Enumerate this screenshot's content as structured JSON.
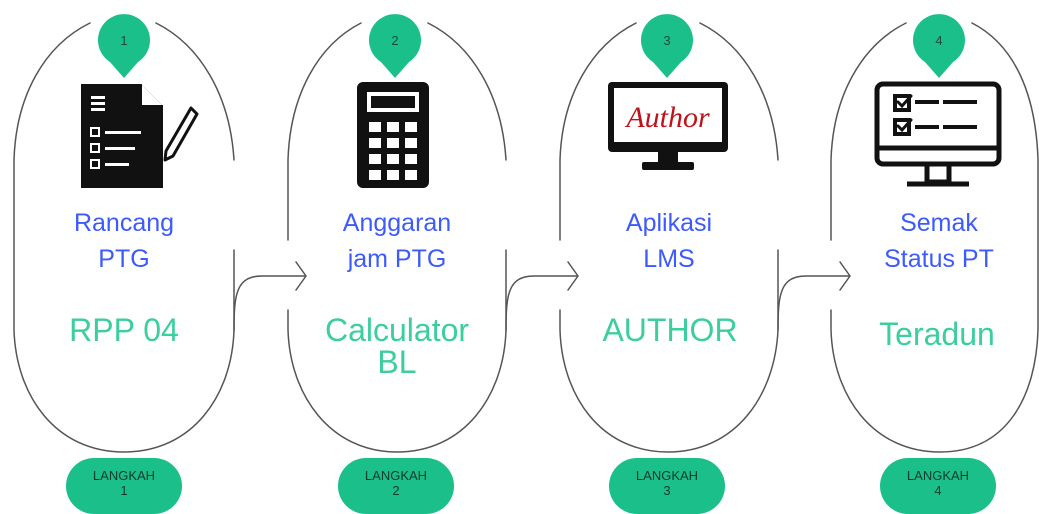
{
  "steps": [
    {
      "number": "1",
      "title_line1": "Rancang",
      "title_line2": "PTG",
      "tool_line1": "RPP 04",
      "tool_line2": "",
      "pill_line1": "LANGKAH",
      "pill_line2": "1",
      "icon": "document-pen-icon"
    },
    {
      "number": "2",
      "title_line1": "Anggaran",
      "title_line2": "jam PTG",
      "tool_line1": "Calculator",
      "tool_line2": "BL",
      "pill_line1": "LANGKAH",
      "pill_line2": "2",
      "icon": "calculator-icon"
    },
    {
      "number": "3",
      "title_line1": "Aplikasi",
      "title_line2": "LMS",
      "tool_line1": "AUTHOR",
      "tool_line2": "",
      "pill_line1": "LANGKAH",
      "pill_line2": "3",
      "icon": "monitor-author-icon",
      "monitor_text": "Author"
    },
    {
      "number": "4",
      "title_line1": "Semak",
      "title_line2": "Status PT",
      "tool_line1": "Teradun",
      "tool_line2": "",
      "pill_line1": "LANGKAH",
      "pill_line2": "4",
      "icon": "monitor-checklist-icon"
    }
  ],
  "colors": {
    "accent": "#1bbf8a",
    "title": "#3d5afe",
    "tool": "#3ccf9c",
    "outline": "#555555"
  }
}
